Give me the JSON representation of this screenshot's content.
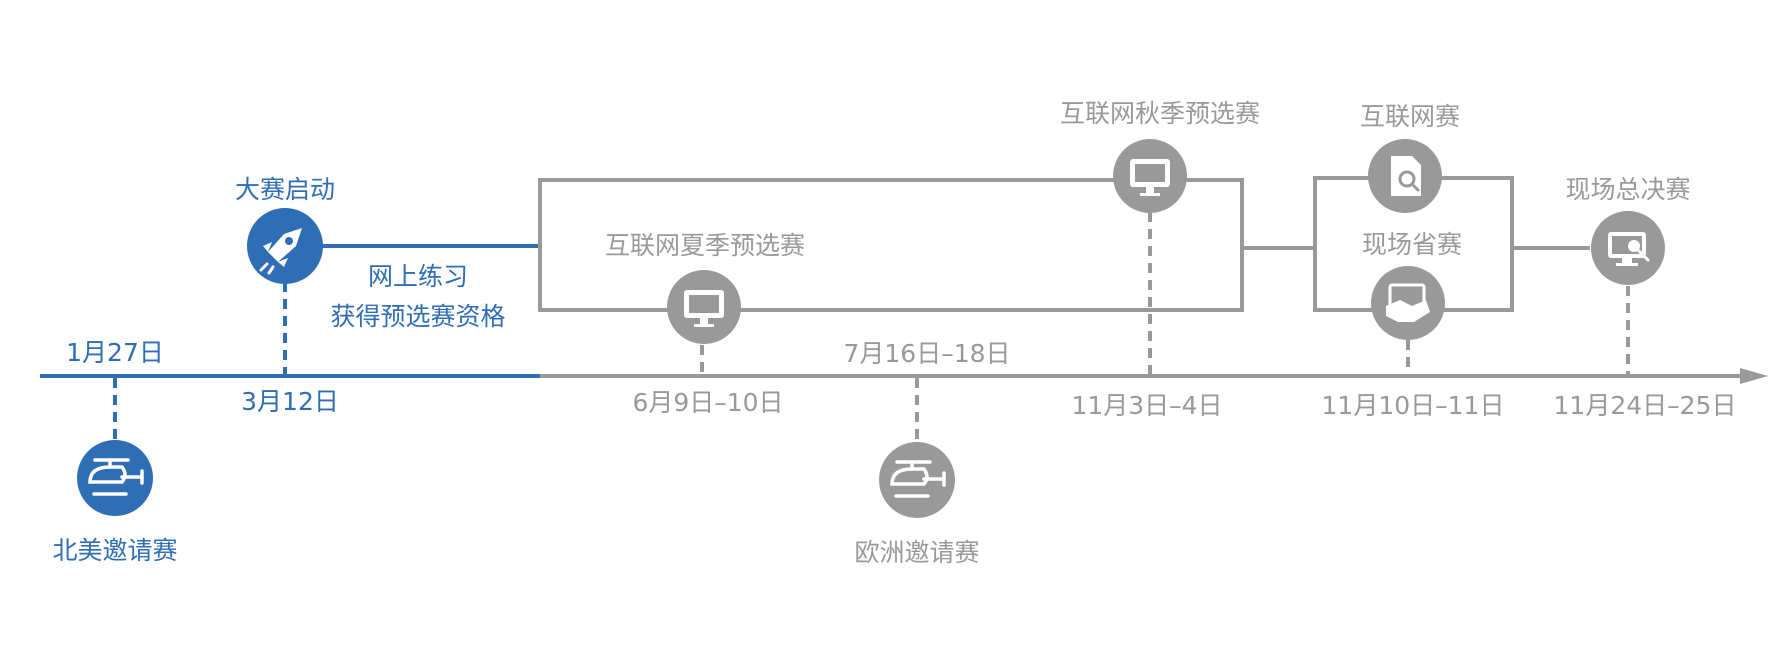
{
  "colors": {
    "active": "#2f6db5",
    "inactive": "#999999"
  },
  "milestones": {
    "north_america": {
      "label": "北美邀请赛",
      "date": "1月27日",
      "icon": "helicopter-icon"
    },
    "launch": {
      "label": "大赛启动",
      "date": "3月12日",
      "icon": "rocket-icon"
    },
    "practice": {
      "line1": "网上练习",
      "line2": "获得预选赛资格"
    },
    "summer": {
      "label": "互联网夏季预选赛",
      "date": "6月9日–10日",
      "icon": "monitor-icon"
    },
    "europe": {
      "label": "欧洲邀请赛",
      "date": "7月16日–18日",
      "icon": "helicopter-icon"
    },
    "autumn": {
      "label": "互联网秋季预选赛",
      "date": "11月3日–4日",
      "icon": "monitor-icon"
    },
    "internet_match": {
      "label": "互联网赛",
      "icon": "document-search-icon"
    },
    "provincial": {
      "label": "现场省赛",
      "date": "11月10日–11日",
      "icon": "handshake-icon"
    },
    "final": {
      "label": "现场总决赛",
      "date": "11月24日–25日",
      "icon": "monitor-search-icon"
    }
  }
}
